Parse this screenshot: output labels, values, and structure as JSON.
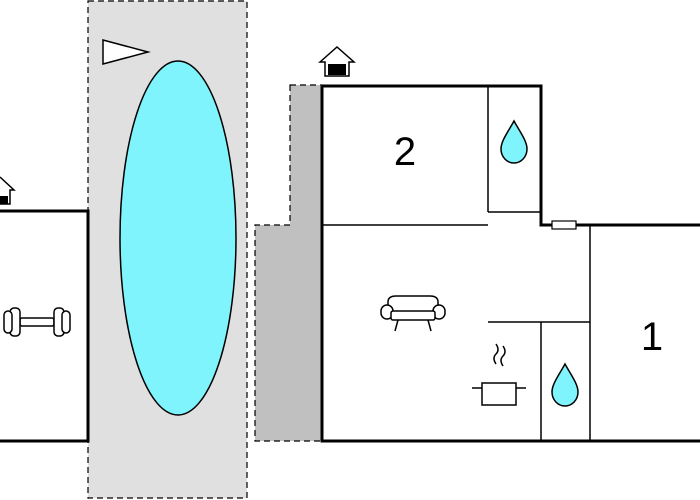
{
  "floorplan": {
    "rooms": [
      {
        "id": "bedroom-2",
        "number": "2"
      },
      {
        "id": "bedroom-1",
        "number": "1"
      }
    ],
    "icons": [
      "house-entrance-icon",
      "pool-icon",
      "pool-direction-flag-icon",
      "dumbbell-icon",
      "water-drop-icon",
      "sofa-icon",
      "cooking-pot-icon"
    ],
    "colors": {
      "wall": "#000000",
      "pool_water": "#80f4fc",
      "pool_deck": "#e0e0e0",
      "terrace": "#c0c0c0",
      "bathroom_drop": "#80f4fc"
    }
  }
}
